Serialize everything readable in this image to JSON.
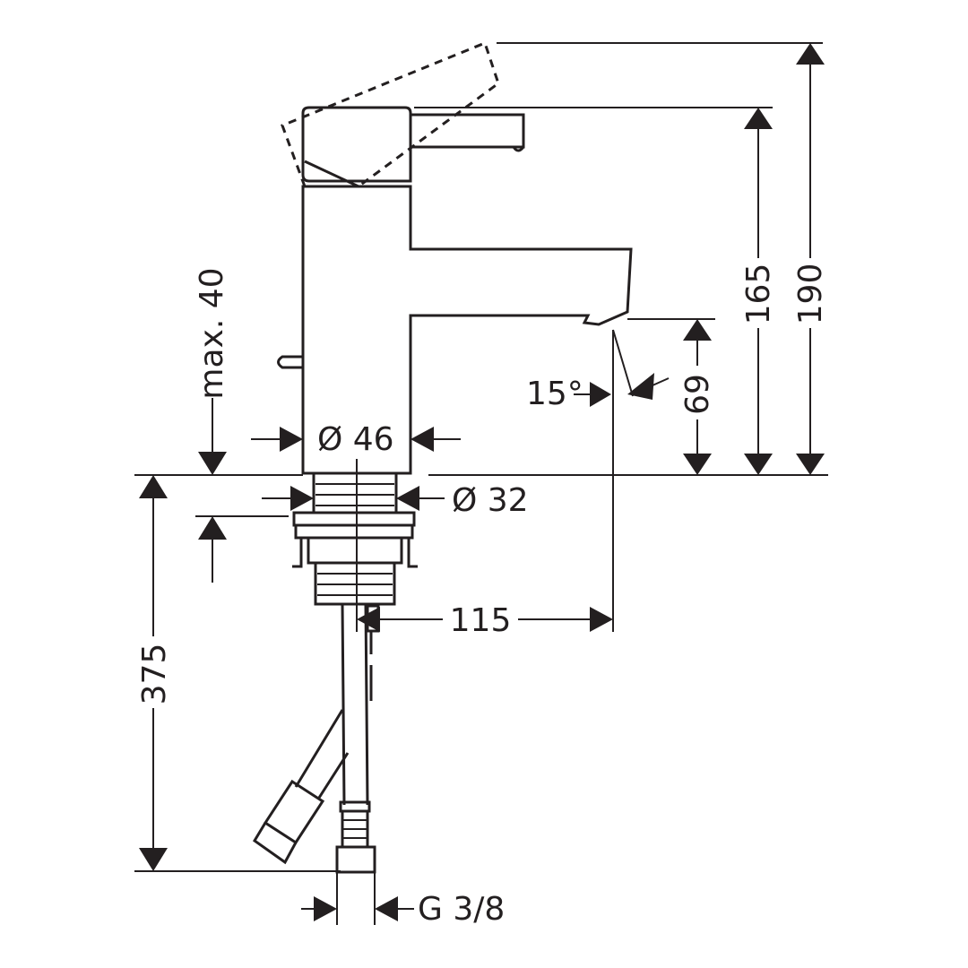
{
  "diagram": {
    "dimensions": {
      "overall_height_lever_open": "190",
      "height_to_lever": "165",
      "spout_clearance": "69",
      "spout_angle": "15°",
      "basin_thickness_max": "max. 40",
      "body_diameter": "Ø 46",
      "thread_diameter": "Ø 32",
      "spout_projection": "115",
      "hose_length": "375",
      "connection_thread": "G 3/8"
    },
    "colors": {
      "line": "#231f20",
      "background": "#ffffff"
    }
  }
}
